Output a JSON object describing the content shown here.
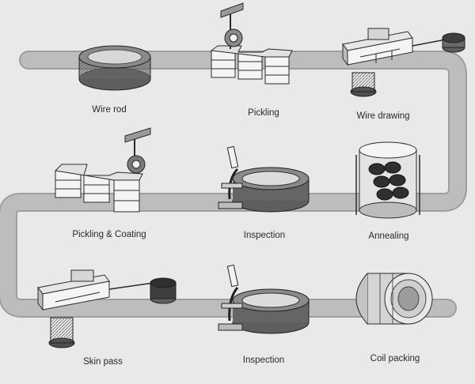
{
  "steps": [
    {
      "label": "Wire rod",
      "icon": "wire-rod-coil-icon"
    },
    {
      "label": "Pickling",
      "icon": "pickling-tanks-icon"
    },
    {
      "label": "Wire drawing",
      "icon": "wire-drawing-machine-icon"
    },
    {
      "label": "Annealing",
      "icon": "annealing-furnace-icon"
    },
    {
      "label": "Inspection",
      "icon": "microscope-coil-icon"
    },
    {
      "label": "Pickling & Coating",
      "icon": "pickling-coating-tanks-icon"
    },
    {
      "label": "Skin pass",
      "icon": "skin-pass-machine-icon"
    },
    {
      "label": "Inspection",
      "icon": "microscope-coil-icon"
    },
    {
      "label": "Coil packing",
      "icon": "coil-packing-icon"
    }
  ],
  "colors": {
    "background": "#e9e9e7",
    "conveyor": "#bdbdbb",
    "conveyor_edge": "#9e9e9c",
    "line": "#2b2b2b",
    "fill_light": "#f4f4f2",
    "fill_mid": "#cfcfcd",
    "fill_dark": "#7a7a78"
  }
}
